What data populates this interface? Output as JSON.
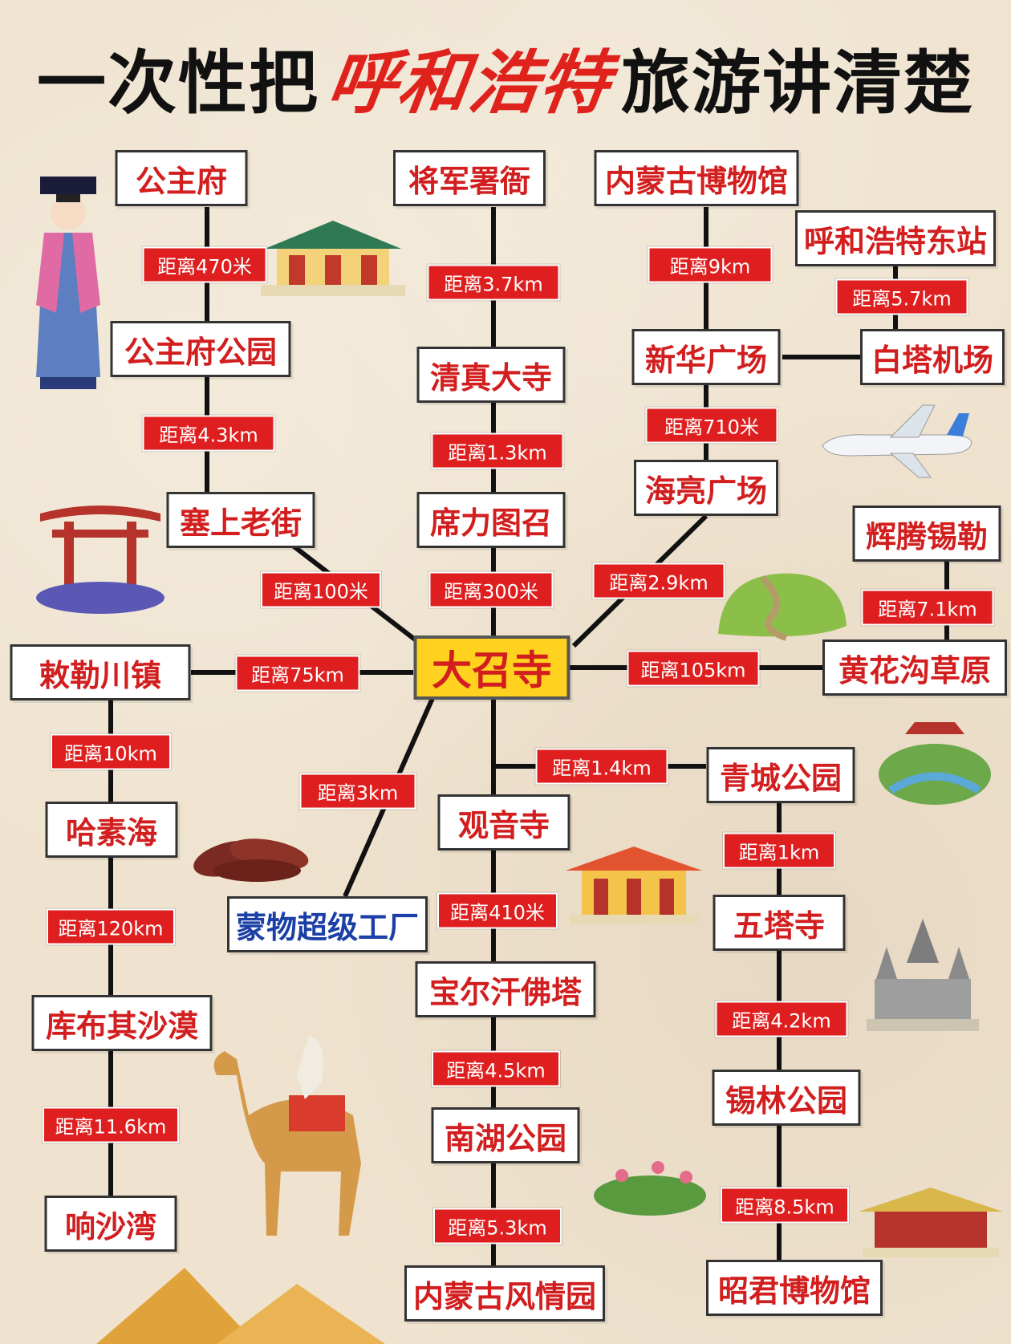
{
  "title": {
    "part1": "一次性把",
    "highlight": "呼和浩特",
    "part2": "旅游讲清楚"
  },
  "colors": {
    "accent": "#e0221c",
    "label_bg": "#df1f1f",
    "center_bg": "#ffd21f",
    "blue_text": "#1b3fa6"
  },
  "nodes": [
    {
      "id": "gongzhufu",
      "label": "公主府"
    },
    {
      "id": "gongzhufu_park",
      "label": "公主府公园"
    },
    {
      "id": "saishang",
      "label": "塞上老街"
    },
    {
      "id": "jiangjun",
      "label": "将军署衙"
    },
    {
      "id": "qingzhen",
      "label": "清真大寺"
    },
    {
      "id": "xilitu",
      "label": "席力图召"
    },
    {
      "id": "museum",
      "label": "内蒙古博物馆"
    },
    {
      "id": "xinhua",
      "label": "新华广场"
    },
    {
      "id": "hailiang",
      "label": "海亮广场"
    },
    {
      "id": "east_station",
      "label": "呼和浩特东站"
    },
    {
      "id": "baita",
      "label": "白塔机场"
    },
    {
      "id": "huiteng",
      "label": "辉腾锡勒"
    },
    {
      "id": "huanghuagou",
      "label": "黄花沟草原"
    },
    {
      "id": "center",
      "label": "大召寺"
    },
    {
      "id": "chilechuan",
      "label": "敕勒川镇"
    },
    {
      "id": "hasuhai",
      "label": "哈素海"
    },
    {
      "id": "kubuqi",
      "label": "库布其沙漠"
    },
    {
      "id": "xiangsha",
      "label": "响沙湾"
    },
    {
      "id": "mengwu",
      "label": "蒙物超级工厂"
    },
    {
      "id": "guanyin",
      "label": "观音寺"
    },
    {
      "id": "baoerhan",
      "label": "宝尔汗佛塔"
    },
    {
      "id": "nanhu",
      "label": "南湖公园"
    },
    {
      "id": "fengqing",
      "label": "内蒙古风情园"
    },
    {
      "id": "qingcheng",
      "label": "青城公园"
    },
    {
      "id": "wuta",
      "label": "五塔寺"
    },
    {
      "id": "xilin",
      "label": "锡林公园"
    },
    {
      "id": "zhaojun",
      "label": "昭君博物馆"
    }
  ],
  "distances": [
    {
      "id": "d_gzf",
      "label": "距离470米"
    },
    {
      "id": "d_gzfp",
      "label": "距离4.3km"
    },
    {
      "id": "d_ss",
      "label": "距离100米"
    },
    {
      "id": "d_jj",
      "label": "距离3.7km"
    },
    {
      "id": "d_qz",
      "label": "距离1.3km"
    },
    {
      "id": "d_xl",
      "label": "距离300米"
    },
    {
      "id": "d_mu",
      "label": "距离9km"
    },
    {
      "id": "d_xh",
      "label": "距离710米"
    },
    {
      "id": "d_hl",
      "label": "距离2.9km"
    },
    {
      "id": "d_es",
      "label": "距离5.7km"
    },
    {
      "id": "d_ht",
      "label": "距离7.1km"
    },
    {
      "id": "d_hhg",
      "label": "距离105km"
    },
    {
      "id": "d_clc",
      "label": "距离75km"
    },
    {
      "id": "d_hsh",
      "label": "距离10km"
    },
    {
      "id": "d_kbq",
      "label": "距离120km"
    },
    {
      "id": "d_xsw",
      "label": "距离11.6km"
    },
    {
      "id": "d_mw",
      "label": "距离3km"
    },
    {
      "id": "d_qc",
      "label": "距离1.4km"
    },
    {
      "id": "d_gy",
      "label": "距离410米"
    },
    {
      "id": "d_beh",
      "label": "距离4.5km"
    },
    {
      "id": "d_nh",
      "label": "距离5.3km"
    },
    {
      "id": "d_wt",
      "label": "距离1km"
    },
    {
      "id": "d_xlp",
      "label": "距离4.2km"
    },
    {
      "id": "d_zj",
      "label": "距离8.5km"
    }
  ],
  "decorations": [
    "princess-illustration",
    "palace-illustration",
    "torii-gate-illustration",
    "airplane-illustration",
    "grassland-illustration",
    "garden-illustration",
    "beef-jerky-illustration",
    "temple-illustration",
    "stupa-illustration",
    "camel-illustration",
    "flowers-illustration",
    "pavilion-illustration",
    "desert-illustration"
  ]
}
